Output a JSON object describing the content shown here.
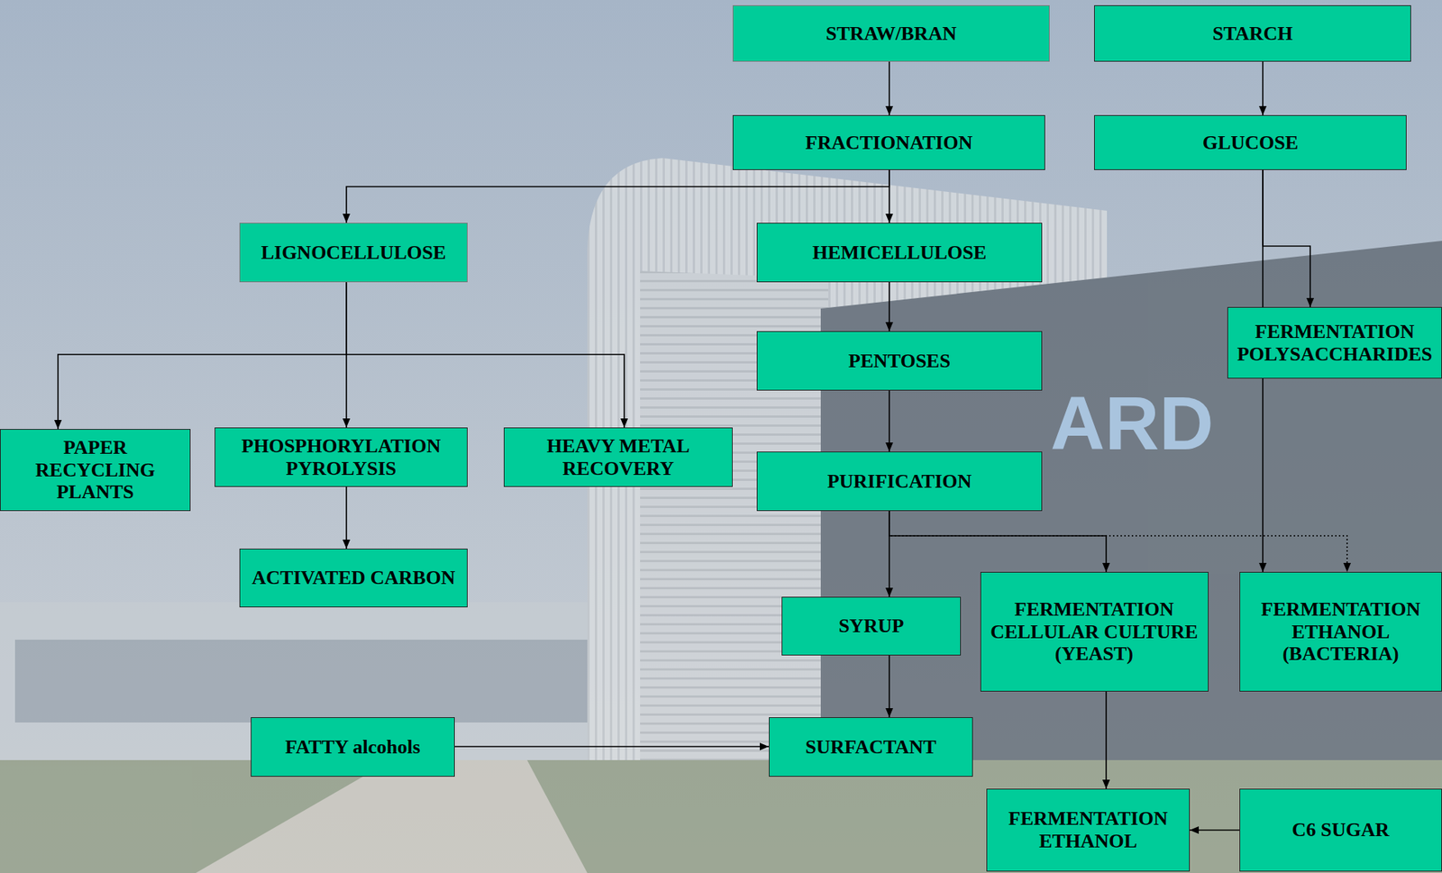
{
  "diagram": {
    "nodes": [
      {
        "text": [
          "STRAW/BRAN"
        ]
      },
      {
        "text": [
          "STARCH"
        ]
      },
      {
        "text": [
          "FRACTIONATION"
        ]
      },
      {
        "text": [
          "GLUCOSE"
        ]
      },
      {
        "text": [
          "LIGNOCELLULOSE"
        ]
      },
      {
        "text": [
          "HEMICELLULOSE"
        ]
      },
      {
        "text": [
          "FERMENTATION POLYSACCHARIDES"
        ]
      },
      {
        "text": [
          "PENTOSES"
        ]
      },
      {
        "text": [
          "PAPER RECYCLING PLANTS"
        ]
      },
      {
        "text": [
          "PHOSPHORYLATION PYROLYSIS"
        ]
      },
      {
        "text": [
          "HEAVY METAL RECOVERY"
        ]
      },
      {
        "text": [
          "PURIFICATION"
        ]
      },
      {
        "text": [
          "ACTIVATED CARBON"
        ]
      },
      {
        "text": [
          "SYRUP"
        ]
      },
      {
        "text": [
          "FERMENTATION CELLULAR CULTURE (YEAST)"
        ]
      },
      {
        "text": [
          "FERMENTATION ETHANOL (BACTERIA)"
        ]
      },
      {
        "text": [
          "FATTY alcohols"
        ]
      },
      {
        "text": [
          "SURFACTANT"
        ]
      },
      {
        "text": [
          "FERMENTATION ETHANOL"
        ]
      },
      {
        "text": [
          "C6 SUGAR"
        ]
      }
    ],
    "edges": [
      {
        "from": 0,
        "to": 2,
        "arrow": "to"
      },
      {
        "from": 1,
        "to": 3,
        "arrow": "to"
      },
      {
        "from": 2,
        "to": 4,
        "arrow": "to"
      },
      {
        "from": 2,
        "to": 5,
        "arrow": "to"
      },
      {
        "from": 3,
        "to": 6,
        "arrow": "to"
      },
      {
        "from": 3,
        "to": 15,
        "arrow": "to"
      },
      {
        "from": 4,
        "to": 8,
        "arrow": "to"
      },
      {
        "from": 4,
        "to": 9,
        "arrow": "to"
      },
      {
        "from": 4,
        "to": 10,
        "arrow": "to"
      },
      {
        "from": 5,
        "to": 7,
        "arrow": "to"
      },
      {
        "from": 7,
        "to": 11,
        "arrow": "to"
      },
      {
        "from": 9,
        "to": 12,
        "arrow": "to"
      },
      {
        "from": 11,
        "to": 13,
        "arrow": "to"
      },
      {
        "from": 11,
        "to": 14,
        "arrow": "to"
      },
      {
        "from": 11,
        "to": 15,
        "arrow": "to"
      },
      {
        "from": 13,
        "to": 17,
        "arrow": "to"
      },
      {
        "from": 14,
        "to": 18,
        "arrow": "to"
      },
      {
        "from": 16,
        "to": 17,
        "arrow": "to"
      },
      {
        "from": 19,
        "to": 18,
        "arrow": "to"
      }
    ],
    "labels": [
      "ARD"
    ]
  }
}
